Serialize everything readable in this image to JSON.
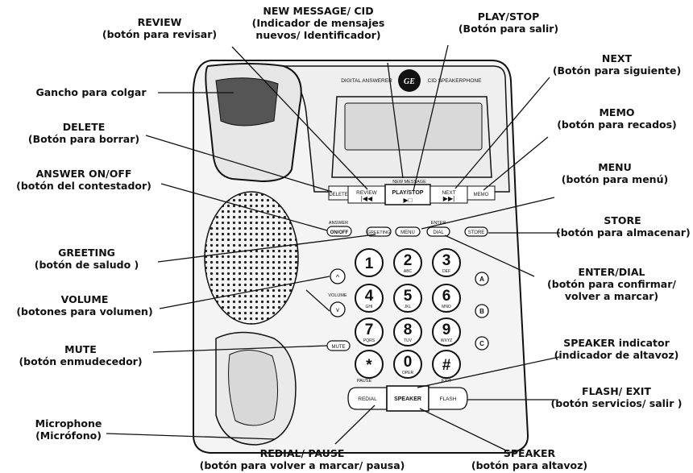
{
  "device": {
    "brand_text": "DIGITAL ANSWERER",
    "brand_text_right": "CID SPEAKERPHONE",
    "logo_text": "GE",
    "new_message_label": "NEW MESSAGE",
    "buttons": {
      "delete": "DELETE",
      "review": "REVIEW",
      "play_stop": "PLAY/STOP",
      "next": "NEXT",
      "memo": "MEMO",
      "answer_above": "ANSWER",
      "answer": "ON/OFF",
      "greeting": "GREETING",
      "menu": "MENU",
      "enter_above": "ENTER",
      "dial": "DIAL",
      "store": "STORE",
      "volume": "VOLUME",
      "mute": "MUTE",
      "pause_above": "PAUSE",
      "redial": "REDIAL",
      "speaker": "SPEAKER",
      "exit_above": "EXIT",
      "flash": "FLASH"
    },
    "keys": [
      {
        "d": "1",
        "s": ""
      },
      {
        "d": "2",
        "s": "ABC"
      },
      {
        "d": "3",
        "s": "DEF"
      },
      {
        "d": "4",
        "s": "GHI"
      },
      {
        "d": "5",
        "s": "JKL"
      },
      {
        "d": "6",
        "s": "MNO"
      },
      {
        "d": "7",
        "s": "PQRS"
      },
      {
        "d": "8",
        "s": "TUV"
      },
      {
        "d": "9",
        "s": "WXYZ"
      },
      {
        "d": "*",
        "s": ""
      },
      {
        "d": "0",
        "s": "OPER"
      },
      {
        "d": "#",
        "s": ""
      }
    ],
    "memory_keys": [
      "A",
      "B",
      "C"
    ]
  },
  "callouts": {
    "review": [
      "REVIEW",
      "(botón para revisar)"
    ],
    "new_message": [
      "NEW MESSAGE/ CID",
      "(Indicador de mensajes",
      "nuevos/ Identificador)"
    ],
    "play_stop": [
      "PLAY/STOP",
      "(Botón para salir)"
    ],
    "next": [
      "NEXT",
      "(Botón para siguiente)"
    ],
    "hook": [
      "Gancho para colgar"
    ],
    "memo": [
      "MEMO",
      "(botón para recados)"
    ],
    "delete": [
      "DELETE",
      "(Botón para borrar)"
    ],
    "menu": [
      "MENU",
      "(botón para menú)"
    ],
    "answer": [
      "ANSWER ON/OFF",
      "(botón del contestador)"
    ],
    "store": [
      "STORE",
      "(botón para almacenar)"
    ],
    "greeting": [
      "GREETING",
      "(botón de saludo )"
    ],
    "enter_dial": [
      "ENTER/DIAL",
      "(botón para confirmar/",
      "volver a marcar)"
    ],
    "volume": [
      "VOLUME",
      "(botones para volumen)"
    ],
    "mute": [
      "MUTE",
      "(botón enmudecedor)"
    ],
    "speaker_indicator": [
      "SPEAKER indicator",
      "(indicador de altavoz)"
    ],
    "flash_exit": [
      "FLASH/ EXIT",
      "(botón servicios/ salir )"
    ],
    "microphone": [
      "Microphone",
      "(Micrófono)"
    ],
    "speaker": [
      "SPEAKER",
      "(botón para altavoz)"
    ],
    "redial_pause": [
      "REDIAL/ PAUSE",
      "(botón para volver a marcar/ pausa)"
    ]
  }
}
